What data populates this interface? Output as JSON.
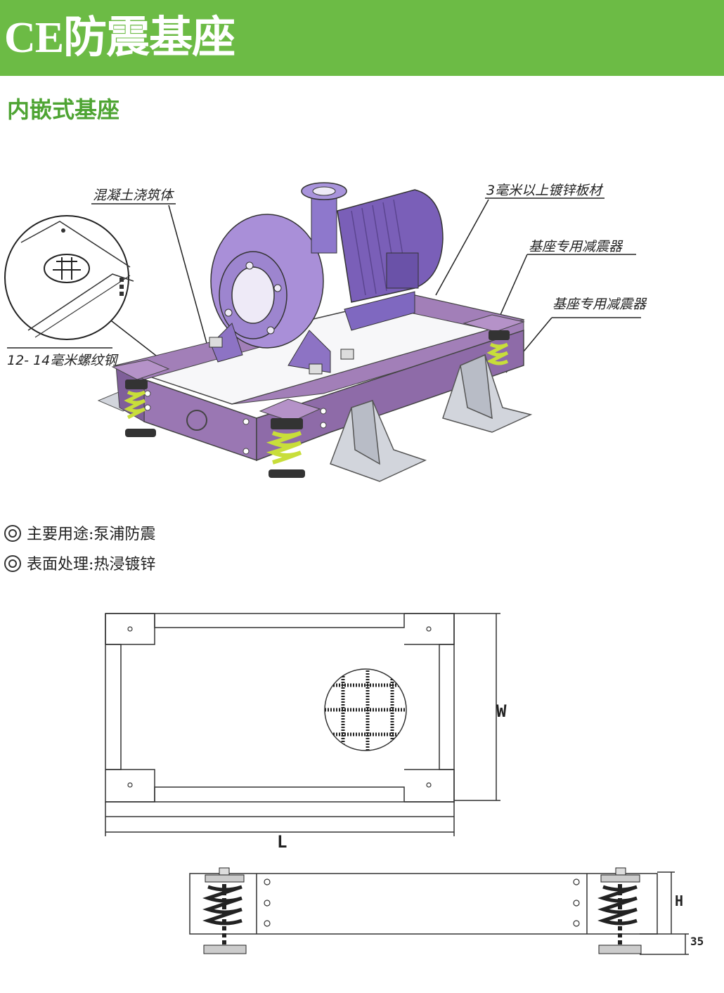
{
  "header": {
    "title": "CE防震基座"
  },
  "section": {
    "title": "内嵌式基座"
  },
  "callouts": {
    "concrete": "混凝土浇筑体",
    "plate": "3毫米以上镀锌板材",
    "isolator_1": "基座专用减震器",
    "isolator_2": "基座专用减震器",
    "rebar": "12- 14毫米螺纹钢"
  },
  "specs": [
    {
      "label": "主要用途:",
      "value": "泵浦防震"
    },
    {
      "label": "表面处理:",
      "value": "热浸镀锌"
    }
  ],
  "dimensions": {
    "width": "W",
    "length": "L",
    "height": "H",
    "clearance": "35"
  },
  "colors": {
    "header_green": "#6cbb45",
    "section_green": "#4ea433",
    "frame_purple": "#9a77b3",
    "pump_purple": "#8d73c4",
    "spring_green": "#c8de3a",
    "steel_gray": "#c9ccd4"
  }
}
